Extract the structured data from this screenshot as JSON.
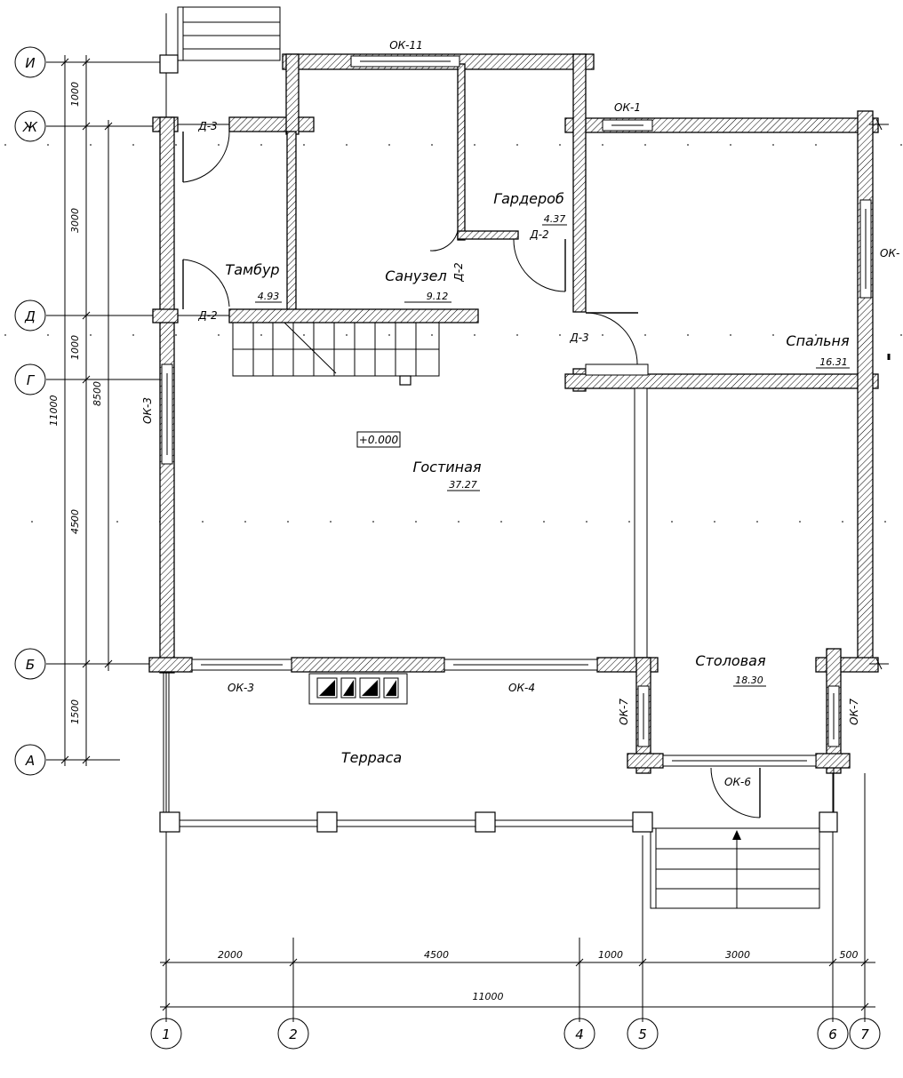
{
  "axes_vertical": [
    "1",
    "2",
    "4",
    "5",
    "6",
    "7"
  ],
  "axes_horizontal": [
    "И",
    "Ж",
    "Д",
    "Г",
    "Б",
    "А"
  ],
  "dims_bottom": [
    "2000",
    "4500",
    "1000",
    "3000",
    "500"
  ],
  "dim_bottom_total": "11000",
  "dims_left": [
    "1000",
    "3000",
    "1000",
    "4500",
    "1500"
  ],
  "dim_left_mid": "8500",
  "dim_left_total": "11000",
  "level_mark": "+0.000",
  "rooms": {
    "tambur": {
      "name": "Тамбур",
      "area": "4.93"
    },
    "sanuzel": {
      "name": "Санузел",
      "area": "9.12"
    },
    "garderob": {
      "name": "Гардероб",
      "area": "4.37"
    },
    "spalnya": {
      "name": "Спальня",
      "area": "16.31"
    },
    "gostinaya": {
      "name": "Гостиная",
      "area": "37.27"
    },
    "stolovaya": {
      "name": "Столовая",
      "area": "18.30"
    },
    "terrasa": {
      "name": "Терраса"
    }
  },
  "labels": {
    "ok11": "ОК-11",
    "ok1": "ОК-1",
    "ok_right": "ОК-",
    "ok3_left": "ОК-3",
    "ok3_bottom": "ОК-3",
    "ok4": "ОК-4",
    "ok7_left": "ОК-7",
    "ok7_right": "ОК-7",
    "ok6": "ОК-6",
    "d3_top": "Д-3",
    "d2_left": "Д-2",
    "d2_garderob": "Д-2",
    "d2_vertical": "Д-2",
    "d3_mid": "Д-3"
  }
}
